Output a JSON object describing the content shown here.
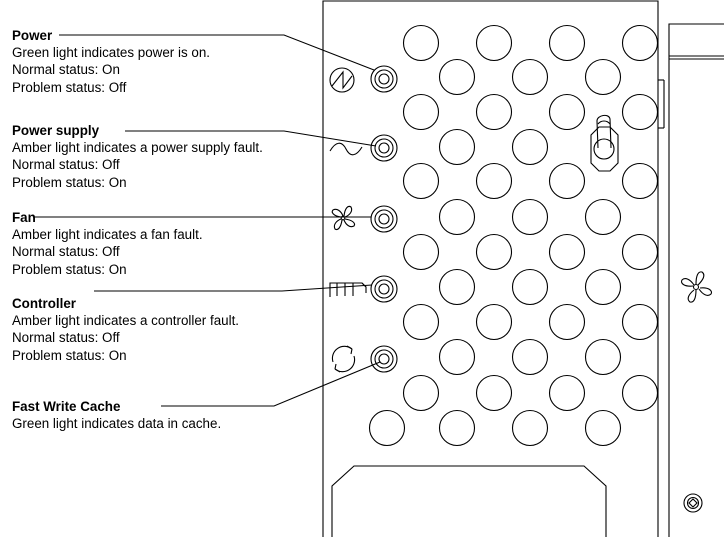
{
  "callouts": {
    "power": {
      "title": "Power",
      "lines": [
        "Green light indicates power is on.",
        "Normal status: On",
        "Problem status: Off"
      ]
    },
    "power_supply": {
      "title": "Power supply",
      "lines": [
        "Amber light indicates a power supply fault.",
        "Normal status: Off",
        "Problem status: On"
      ]
    },
    "fan": {
      "title": "Fan",
      "lines": [
        "Amber light indicates a fan fault.",
        "Normal status: Off",
        "Problem status: On"
      ]
    },
    "controller": {
      "title": "Controller",
      "lines": [
        "Amber light indicates a controller fault.",
        "Normal status: Off",
        "Problem status: On"
      ]
    },
    "fast_write_cache": {
      "title": "Fast Write Cache",
      "lines": [
        "Green light indicates data in cache."
      ]
    }
  },
  "icons": [
    "power-icon",
    "power-supply-icon",
    "fan-icon",
    "controller-icon",
    "fast-write-cache-icon",
    "toggle-switch-icon",
    "side-fan-icon",
    "screw-icon"
  ]
}
